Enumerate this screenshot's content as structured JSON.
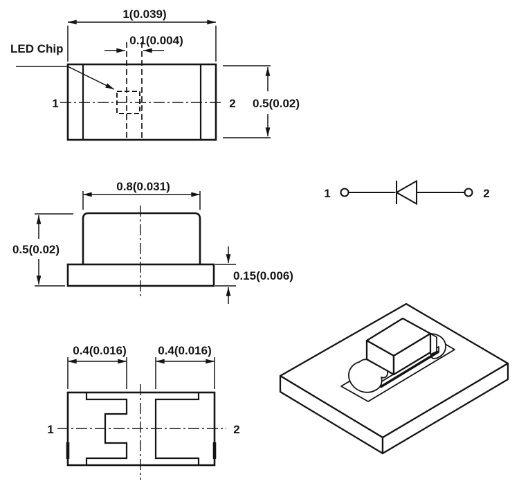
{
  "drawing": {
    "colors": {
      "line": "#141414",
      "background": "#ffffff"
    },
    "top_view": {
      "chip_label": "LED Chip",
      "dim_overall_width": "1(0.039)",
      "dim_chip_offset": "0.1(0.004)",
      "dim_overall_height": "0.5(0.02)",
      "pin_left": "1",
      "pin_right": "2"
    },
    "side_view": {
      "dim_body_width": "0.8(0.031)",
      "dim_overall_height": "0.5(0.02)",
      "dim_base_thickness": "0.15(0.006)"
    },
    "circuit_symbol": {
      "pin_left": "1",
      "pin_right": "2"
    },
    "bottom_view": {
      "dim_pad_left": "0.4(0.016)",
      "dim_pad_right": "0.4(0.016)",
      "pin_left": "1",
      "pin_right": "2"
    }
  }
}
